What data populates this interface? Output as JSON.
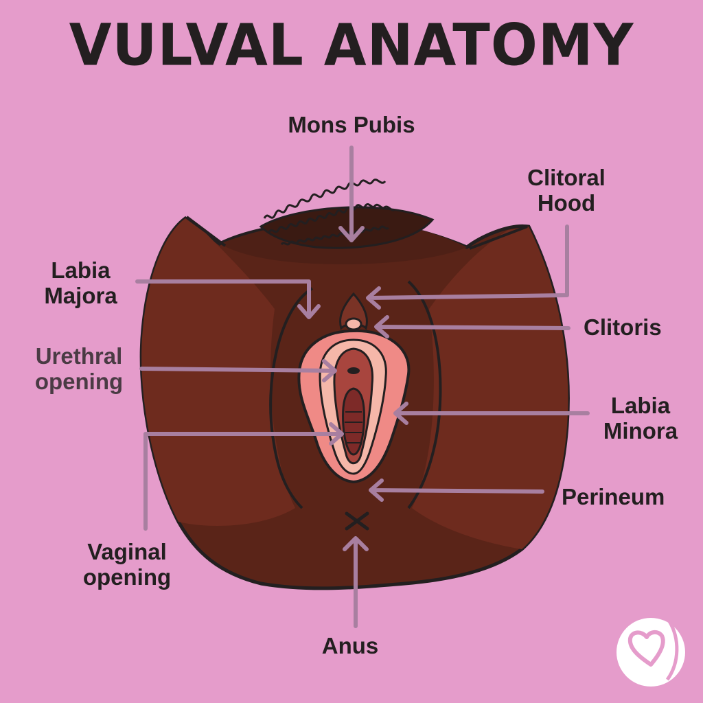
{
  "title": "VULVAL ANATOMY",
  "colors": {
    "background": "#e59ccb",
    "skin_dark": "#5a2418",
    "skin_mid": "#6b2a1d",
    "labia_minora": "#ef8a86",
    "inner_pink": "#f5b7a9",
    "vestibule": "#a8453e",
    "arrow": "#a87fa0",
    "outline": "#231f20",
    "logo": "#ffffff"
  },
  "labels": {
    "mons_pubis": "Mons Pubis",
    "clitoral_hood": "Clitoral\nHood",
    "labia_majora": "Labia\nMajora",
    "clitoris": "Clitoris",
    "urethral_opening": "Urethral\nopening",
    "labia_minora": "Labia\nMinora",
    "perineum": "Perineum",
    "vaginal_opening": "Vaginal\nopening",
    "anus": "Anus"
  },
  "logo_icon": "heart-in-circle-icon"
}
